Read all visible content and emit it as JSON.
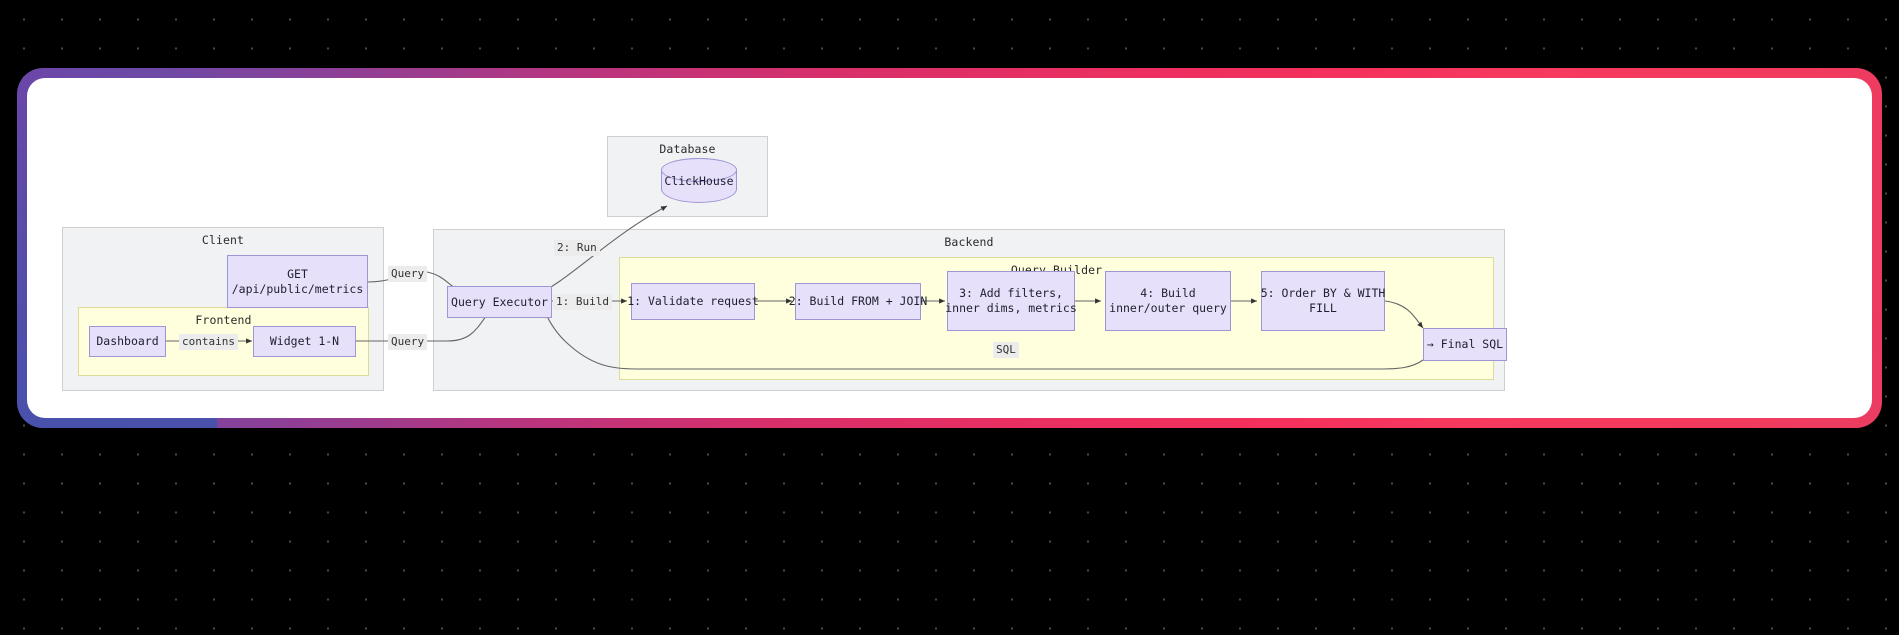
{
  "frame": {
    "gradient_start": "#6b46a8",
    "gradient_end": "#f4305c",
    "background": "#000000",
    "dot_color": "#4a4a4a"
  },
  "diagram": {
    "type": "flowchart",
    "node_fill": "#e6e0fa",
    "node_stroke": "#9e95d4",
    "subgraph_fill": "#f1f2f4",
    "subgraph_highlight_fill": "#ffffde",
    "subgraphs": [
      {
        "id": "client",
        "label": "Client"
      },
      {
        "id": "frontend",
        "label": "Frontend"
      },
      {
        "id": "database",
        "label": "Database"
      },
      {
        "id": "backend",
        "label": "Backend"
      },
      {
        "id": "query-builder",
        "label": "Query Builder"
      }
    ],
    "nodes": [
      {
        "id": "get-endpoint",
        "line1": "GET",
        "line2": "/api/public/metrics"
      },
      {
        "id": "dashboard",
        "line1": "Dashboard",
        "line2": ""
      },
      {
        "id": "widget",
        "line1": "Widget 1-N",
        "line2": ""
      },
      {
        "id": "clickhouse",
        "line1": "ClickHouse",
        "line2": ""
      },
      {
        "id": "query-executor",
        "line1": "Query Executor",
        "line2": ""
      },
      {
        "id": "step-1",
        "line1": "1: Validate request",
        "line2": ""
      },
      {
        "id": "step-2",
        "line1": "2: Build FROM + JOIN",
        "line2": ""
      },
      {
        "id": "step-3",
        "line1": "3: Add filters,",
        "line2": "inner dims, metrics"
      },
      {
        "id": "step-4",
        "line1": "4: Build",
        "line2": "inner/outer query"
      },
      {
        "id": "step-5",
        "line1": "5: Order BY & WITH",
        "line2": "FILL"
      },
      {
        "id": "final-sql",
        "line1": "→ Final SQL",
        "line2": ""
      }
    ],
    "edge_labels": [
      {
        "id": "contains",
        "text": "contains"
      },
      {
        "id": "query-top",
        "text": "Query"
      },
      {
        "id": "query-bottom",
        "text": "Query"
      },
      {
        "id": "run",
        "text": "2: Run"
      },
      {
        "id": "build",
        "text": "1: Build"
      },
      {
        "id": "sql",
        "text": "SQL"
      }
    ]
  }
}
